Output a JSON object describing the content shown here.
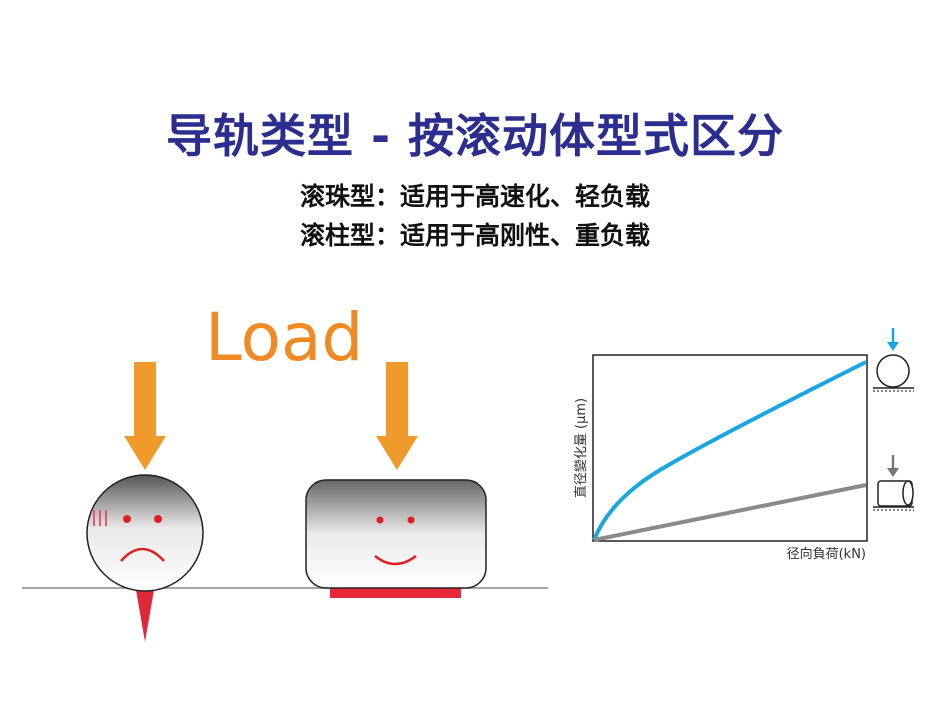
{
  "title": "导轨类型 - 按滚动体型式区分",
  "subtitles": [
    "滚珠型：适用于高速化、轻负载",
    "滚柱型：适用于高刚性、重负载"
  ],
  "illustration": {
    "load_label": "Load",
    "colors": {
      "arrow": "#f09a2c",
      "load_text": "#f08a24",
      "face_features": "#e02020",
      "contact_patch": "#e8283a",
      "ground": "#888888"
    }
  },
  "chart_data": {
    "type": "line",
    "xlabel": "径向負荷(kN)",
    "ylabel": "直径變化量 (μm)",
    "series": [
      {
        "icon": "ball-icon",
        "color": "#1aa7e0"
      },
      {
        "icon": "roller-icon",
        "color": "#8a8a8a"
      }
    ]
  }
}
